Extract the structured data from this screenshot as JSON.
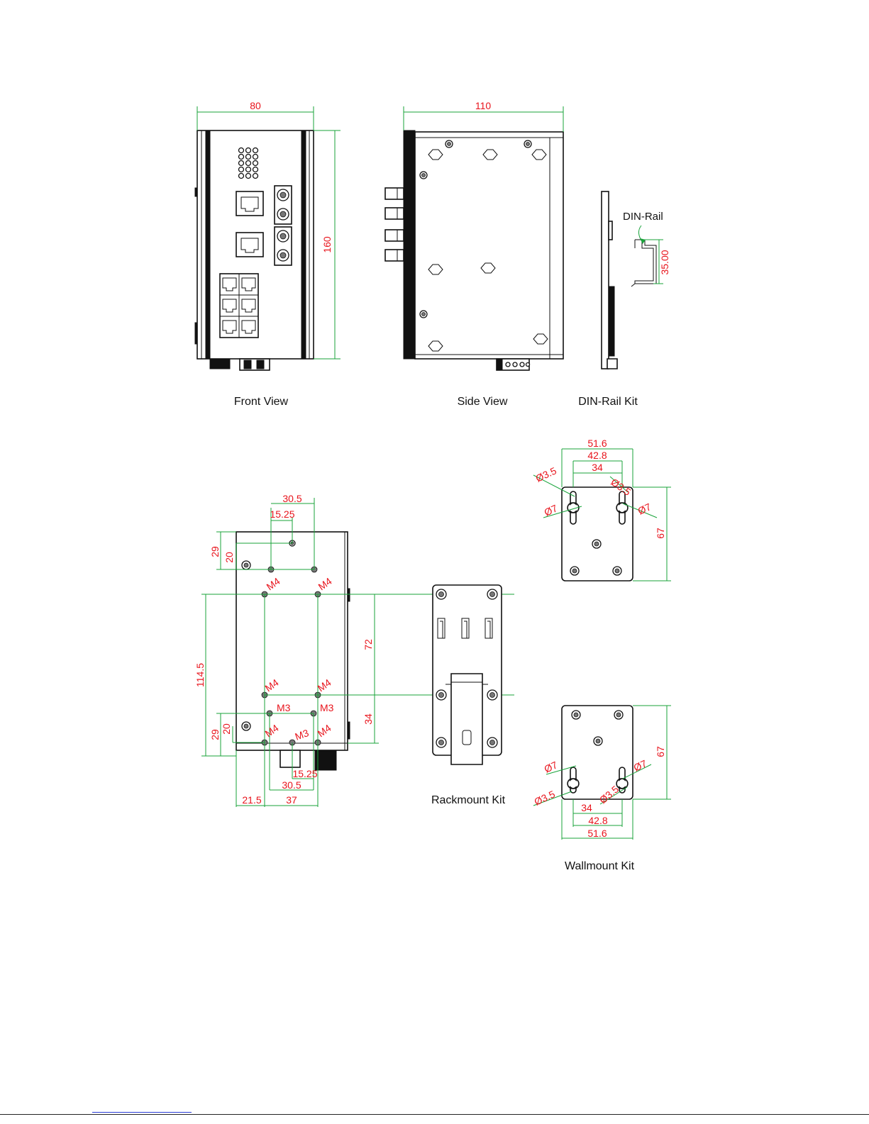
{
  "front_view": {
    "caption": "Front View",
    "width": "80",
    "height": "160"
  },
  "side_view": {
    "caption": "Side View",
    "width": "110"
  },
  "din_rail_kit": {
    "caption": "DIN-Rail Kit",
    "rail_label": "DIN-Rail",
    "rail_height": "35.00"
  },
  "back_view": {
    "top_width": "30.5",
    "top_half": "15.25",
    "top_offset_outer": "29",
    "top_offset_inner": "20",
    "height_total": "114.5",
    "bottom_offset_outer": "29",
    "bottom_offset_inner": "20",
    "right_upper": "72",
    "right_lower": "34",
    "bottom_half": "15.25",
    "bottom_width": "30.5",
    "left_margin": "21.5",
    "bottom_span": "37",
    "screw_m4": "M4",
    "screw_m3": "M3"
  },
  "rackmount_kit": {
    "caption": "Rackmount Kit"
  },
  "wallmount_kit": {
    "caption": "Wallmount Kit",
    "width_outer": "51.6",
    "width_mid": "42.8",
    "width_inner": "34",
    "height": "67",
    "hole_small": "Ø3.5",
    "hole_large": "Ø7"
  }
}
